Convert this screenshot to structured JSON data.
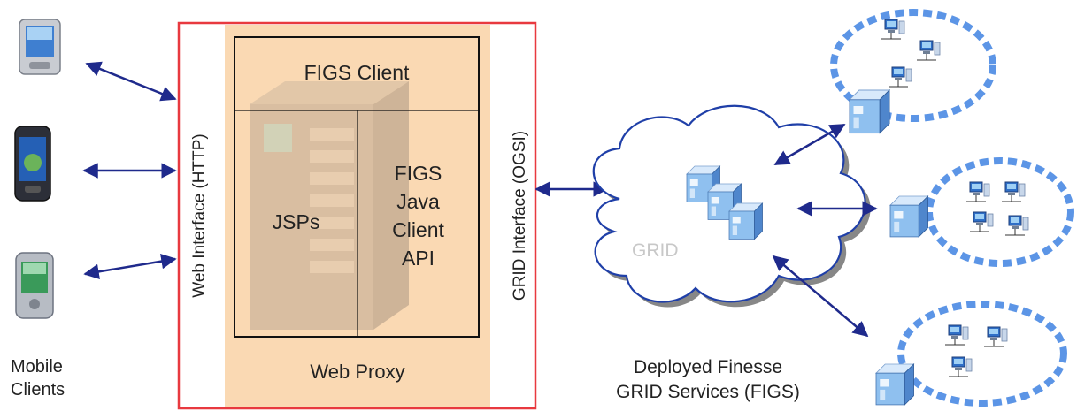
{
  "mobile_clients": {
    "line1": "Mobile",
    "line2": "Clients"
  },
  "proxy": {
    "web_interface_label": "Web Interface (HTTP)",
    "grid_interface_label": "GRID Interface (OGSI)",
    "figs_client_label": "FIGS Client",
    "jsps_label": "JSPs",
    "api_lines": [
      "FIGS",
      "Java",
      "Client",
      "API"
    ],
    "web_proxy_label": "Web Proxy"
  },
  "grid": {
    "cloud_label": "GRID"
  },
  "deployed": {
    "line1": "Deployed Finesse",
    "line2": "GRID Services (FIGS)"
  },
  "colors": {
    "proxy_border": "#e8393f",
    "proxy_fill": "#fad9b3",
    "arrow": "#1f2a8c",
    "ring": "#5c95e6",
    "cloud_label": "#c8c8c8"
  }
}
